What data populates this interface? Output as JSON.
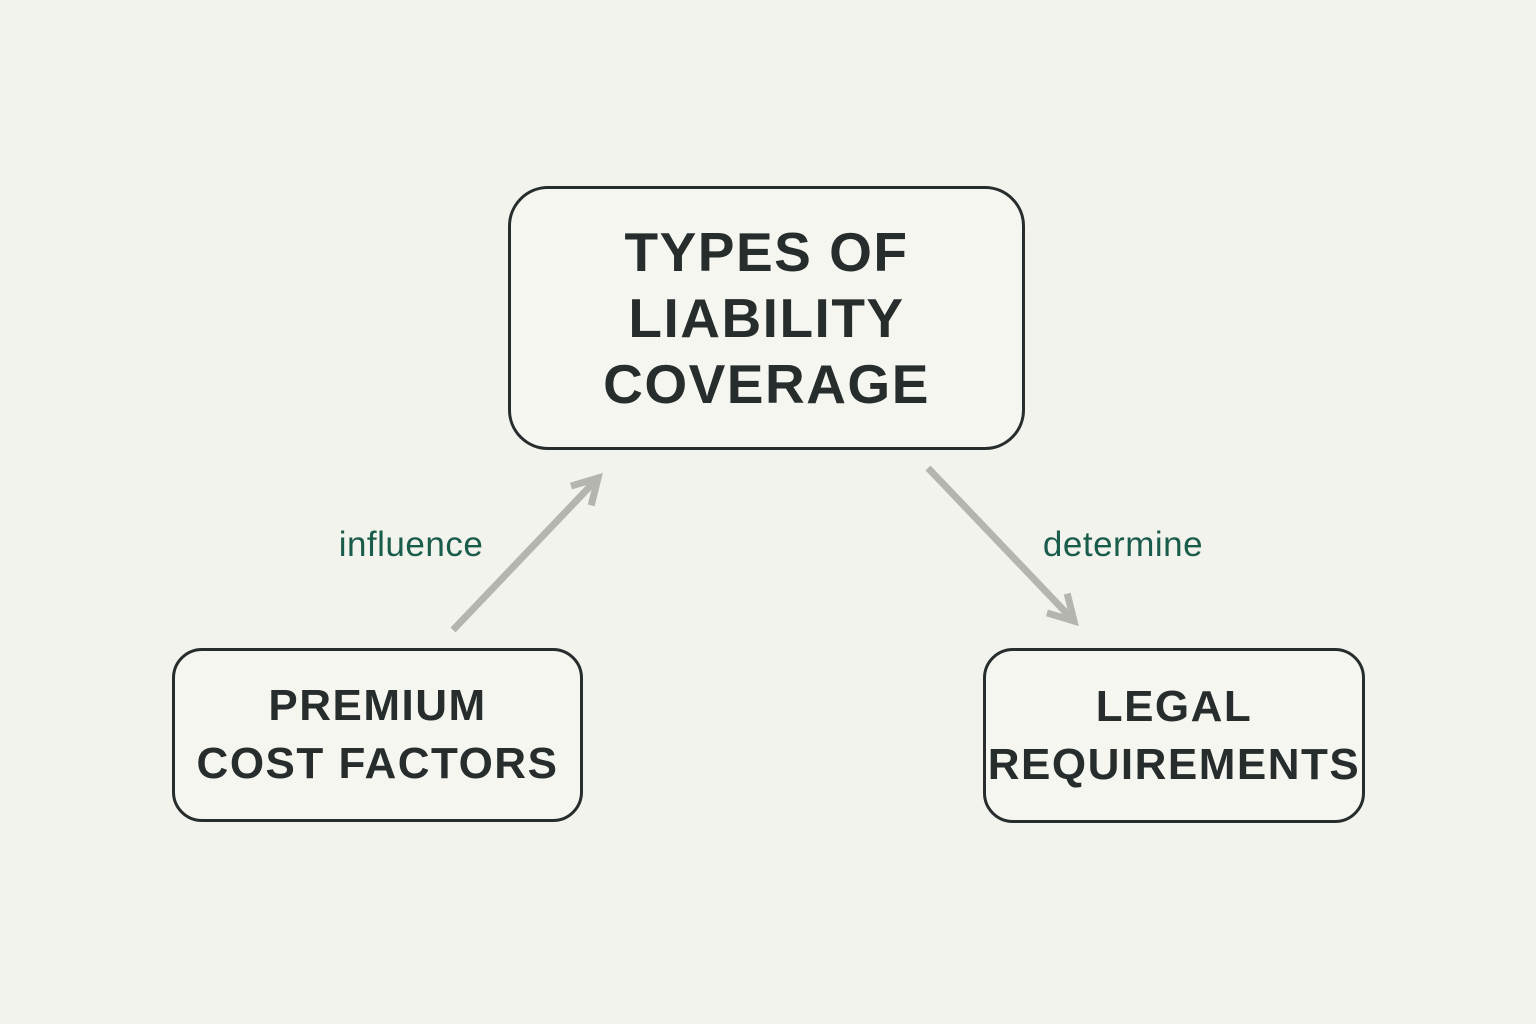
{
  "colors": {
    "bg": "#f3f3ed",
    "node-fill": "#f6f6f1",
    "ink": "#262d2c",
    "edge-label": "#1a5c4b",
    "arrow": "#b5b5af"
  },
  "diagram": {
    "nodes": [
      {
        "id": "types-of-liability-coverage",
        "label": "TYPES OF\nLIABILITY\nCOVERAGE"
      },
      {
        "id": "premium-cost-factors",
        "label": "PREMIUM\nCOST FACTORS"
      },
      {
        "id": "legal-requirements",
        "label": "LEGAL\nREQUIREMENTS"
      }
    ],
    "edges": [
      {
        "from": "premium-cost-factors",
        "to": "types-of-liability-coverage",
        "label": "influence"
      },
      {
        "from": "types-of-liability-coverage",
        "to": "legal-requirements",
        "label": "determine"
      }
    ]
  }
}
